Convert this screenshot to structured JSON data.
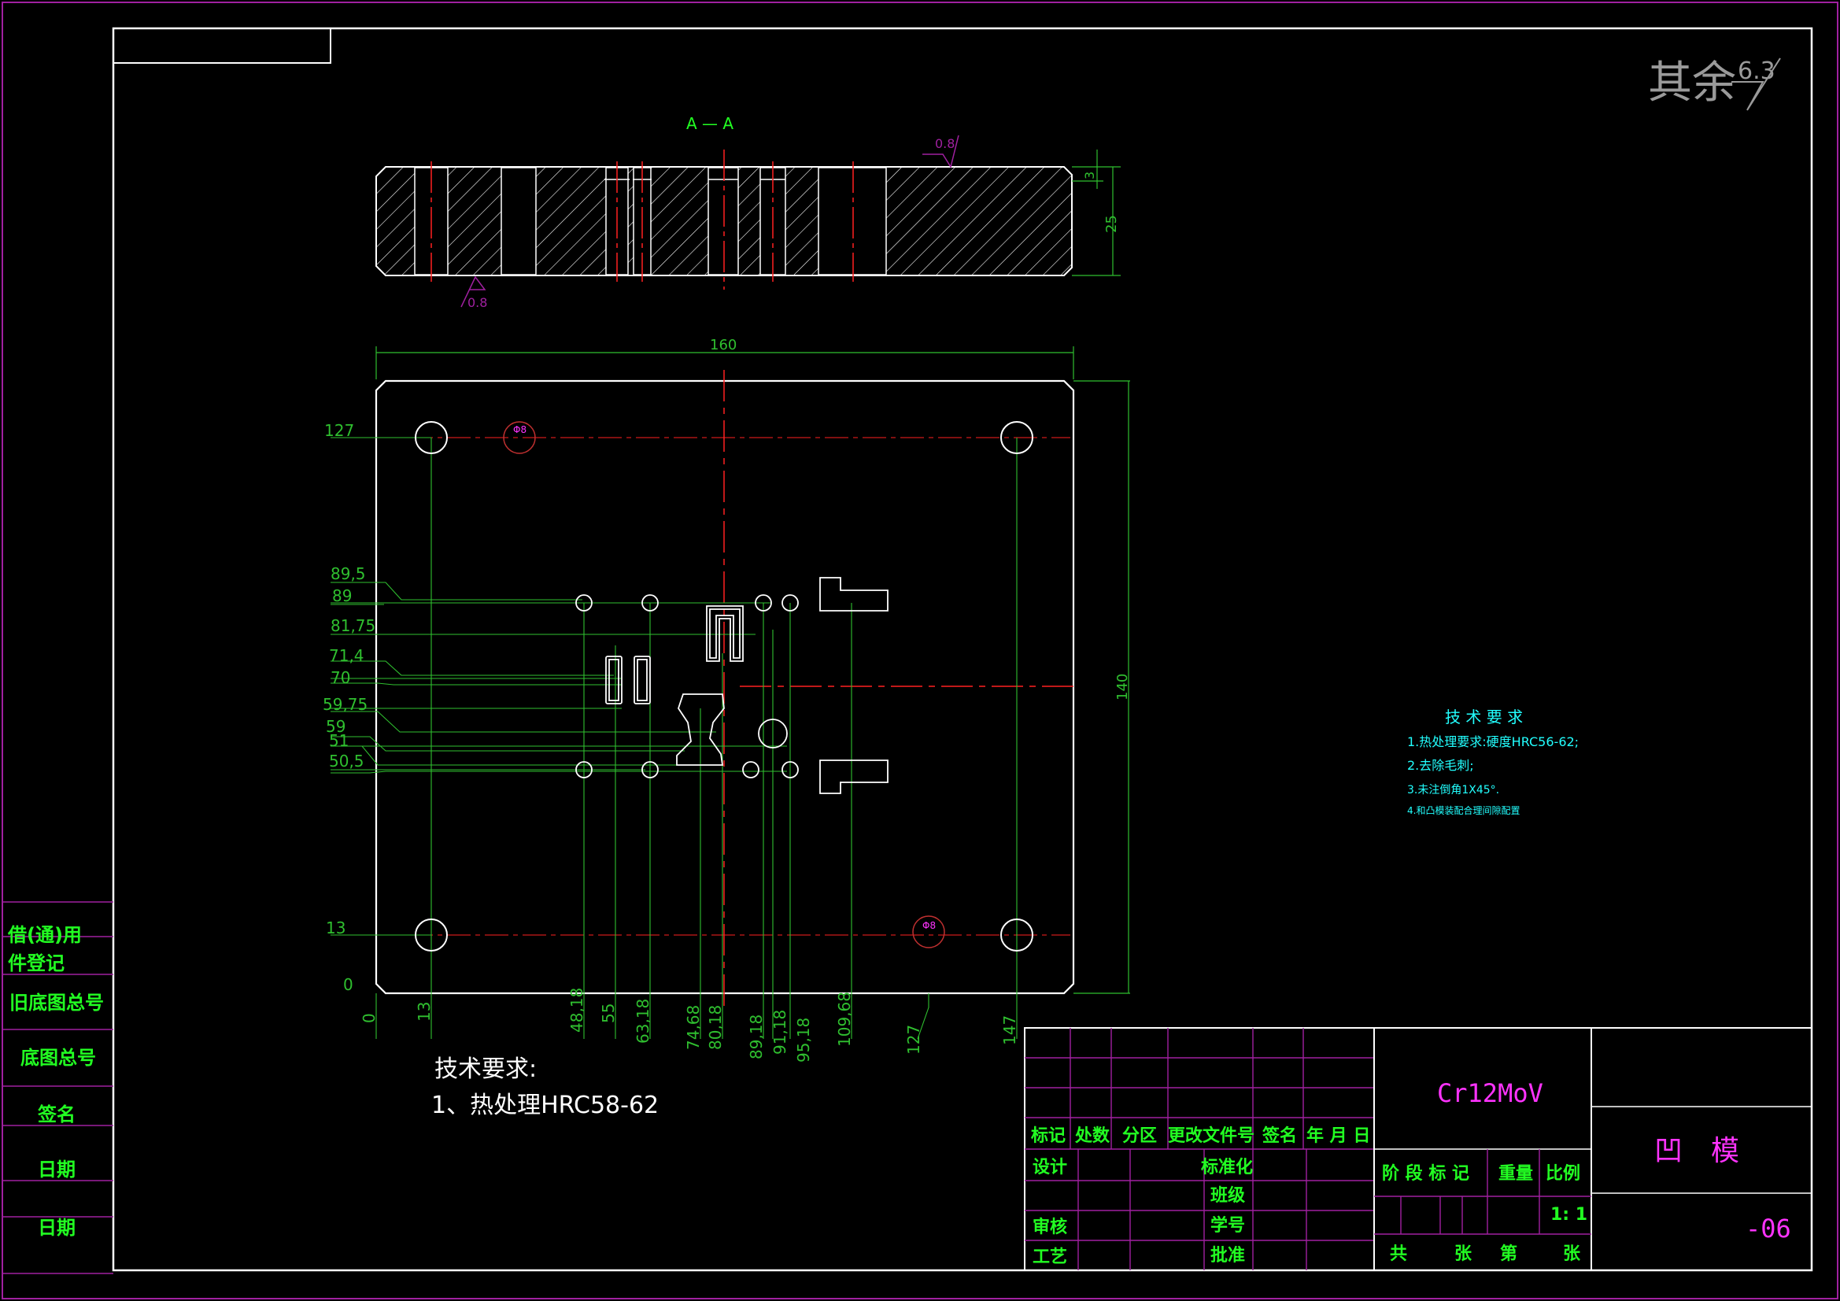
{
  "surface_roughness": {
    "label": "其余",
    "value": "6.3"
  },
  "section_view": {
    "title": "A — A",
    "roughness_top": "0.8",
    "roughness_bottom": "0.8",
    "dim_thickness": "25",
    "dim_step": "3"
  },
  "plan_view": {
    "width_dim": "160",
    "height_dim": "140",
    "y_dims": [
      "127",
      "89,5",
      "89",
      "81,75",
      "71,4",
      "70",
      "59,75",
      "59",
      "51",
      "50,5",
      "13",
      "0"
    ],
    "x_dims": [
      "0",
      "13",
      "48,18",
      "55",
      "63,18",
      "74,68",
      "80,18",
      "89,18",
      "91,18",
      "95,18",
      "109,68",
      "127",
      "147"
    ],
    "pin_hole_label": "Φ8"
  },
  "tech_req_small": {
    "title": "技 术 要 求",
    "items": [
      "1.热处理要求:硬度HRC56-62;",
      "2.去除毛刺;",
      "3.未注倒角1X45°.",
      "4.和凸模装配合理间隙配置"
    ]
  },
  "tech_req_main": {
    "title": "技术要求:",
    "item": "1、热处理HRC58-62"
  },
  "left_strip": [
    "借(通)用",
    "件登记",
    "旧底图总号",
    "底图总号",
    "签名",
    "日期",
    "日期"
  ],
  "title_block": {
    "material": "Cr12MoV",
    "part_name": "凹　模",
    "drawing_no": "-06",
    "scale": "1: 1",
    "header_row": [
      "标记",
      "处数",
      "分区",
      "更改文件号",
      "签名",
      "年 月 日"
    ],
    "row_design": "设计",
    "row_standard": "标准化",
    "row_class": "班级",
    "row_review": "审核",
    "row_student": "学号",
    "row_process": "工艺",
    "row_approve": "批准",
    "stage_mark": "阶 段 标 记",
    "weight": "重量",
    "ratio": "比例",
    "sheet_total": "共",
    "sheet_unit1": "张",
    "sheet_nth": "第",
    "sheet_unit2": "张"
  },
  "colors": {
    "outline": "#ffffff",
    "dim": "#2fbf2f",
    "text_green": "#22ff22",
    "title_magenta": "#ff33ff",
    "border_purple": "#a020a0",
    "centerline": "#ff2020",
    "roughness": "#9a9a9a"
  }
}
